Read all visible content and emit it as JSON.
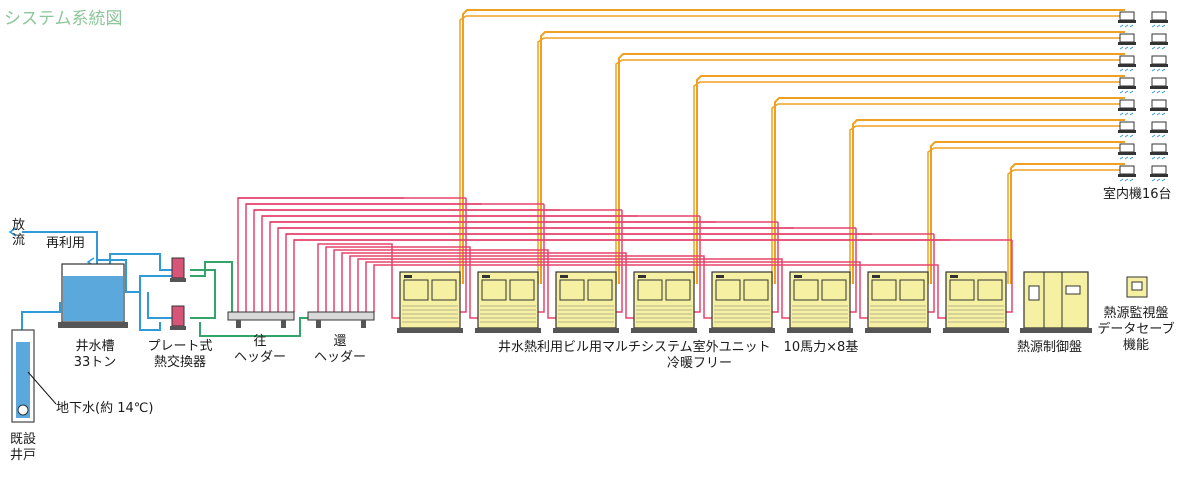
{
  "title": "システム系統図",
  "labels": {
    "discharge_line1": "放",
    "discharge_line2": "流",
    "reuse": "再利用",
    "tank_line1": "井水槽",
    "tank_line2": "33トン",
    "phx_line1": "プレート式",
    "phx_line2": "熱交換器",
    "supply_header_line1": "往",
    "supply_header_line2": "ヘッダー",
    "return_header_line1": "還",
    "return_header_line2": "ヘッダー",
    "groundwater": "地下水(約 14℃)",
    "well_line1": "既設",
    "well_line2": "井戸",
    "system_line1": "井水熱利用ビル用マルチシステム室外ユニット　10馬力×8基",
    "system_line2": "冷暖フリー",
    "control_panel": "熱源制御盤",
    "monitor_line1": "熱源監視盤",
    "monitor_line2": "データセーブ",
    "monitor_line3": "機能",
    "indoor_units": "室内機16台"
  },
  "counts": {
    "outdoor_units": 8,
    "indoor_units": 16
  },
  "colors": {
    "water": "#2e9ad8",
    "water_return": "#34a36c",
    "refrigerant_pink": "#e5436b",
    "refrigerant_orange": "#f0a020",
    "unit_fill": "#f6f0a2",
    "tank_fill": "#5aa8dc",
    "hx_fill": "#d8557a",
    "title": "#8dc69a"
  }
}
